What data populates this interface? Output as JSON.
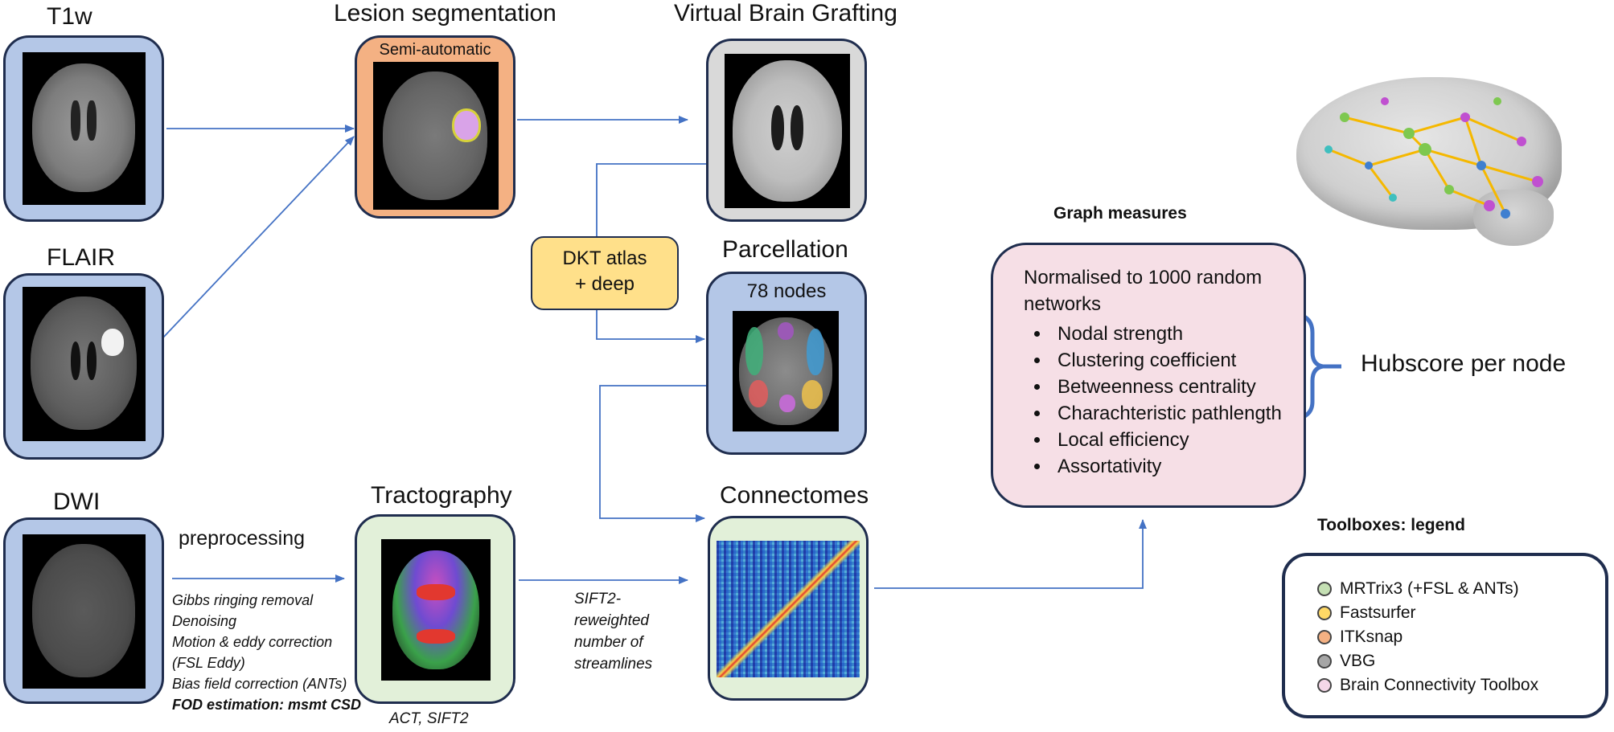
{
  "inputs": {
    "t1w": "T1w",
    "flair": "FLAIR",
    "dwi": "DWI"
  },
  "lesion": {
    "title": "Lesion segmentation",
    "subtitle": "Semi-automatic"
  },
  "vbg": {
    "title": "Virtual Brain Grafting"
  },
  "dkt": {
    "line1": "DKT atlas",
    "line2": "+ deep"
  },
  "parcellation": {
    "title": "Parcellation",
    "subtitle": "78 nodes"
  },
  "preprocessing": {
    "title": "preprocessing",
    "steps": [
      "Gibbs ringing removal",
      "Denoising",
      "Motion & eddy correction",
      "(FSL Eddy)",
      "Bias field correction (ANTs)"
    ],
    "fod": "FOD estimation: msmt CSD"
  },
  "tractography": {
    "title": "Tractography",
    "caption": "ACT, SIFT2"
  },
  "sift2": [
    "SIFT2-",
    "reweighted",
    "number of",
    "streamlines"
  ],
  "connectomes": {
    "title": "Connectomes"
  },
  "graph": {
    "title": "Graph measures",
    "intro_line1": "Normalised to 1000 random",
    "intro_line2": "networks",
    "measures": [
      "Nodal strength",
      "Clustering coefficient",
      "Betweenness centrality",
      "Charachteristic pathlength",
      "Local efficiency",
      "Assortativity"
    ]
  },
  "hubscore": "Hubscore per node",
  "legend": {
    "title": "Toolboxes: legend",
    "items": [
      {
        "label": "MRTrix3 (+FSL & ANTs)",
        "color": "#c5e0b4"
      },
      {
        "label": "Fastsurfer",
        "color": "#ffd966"
      },
      {
        "label": "ITKsnap",
        "color": "#f4b183"
      },
      {
        "label": "VBG",
        "color": "#a6a6a6"
      },
      {
        "label": "Brain Connectivity Toolbox",
        "color": "#f4d7e8"
      }
    ]
  },
  "colors": {
    "arrow": "#4472c4",
    "box_border": "#1f2d4e",
    "blue_box": "#b4c7e7",
    "orange_box": "#f4b183",
    "grey_box": "#d9d9d9",
    "green_box": "#e2f0d9",
    "pink_box": "#f6dfe6",
    "yellow_box": "#ffe08a"
  }
}
